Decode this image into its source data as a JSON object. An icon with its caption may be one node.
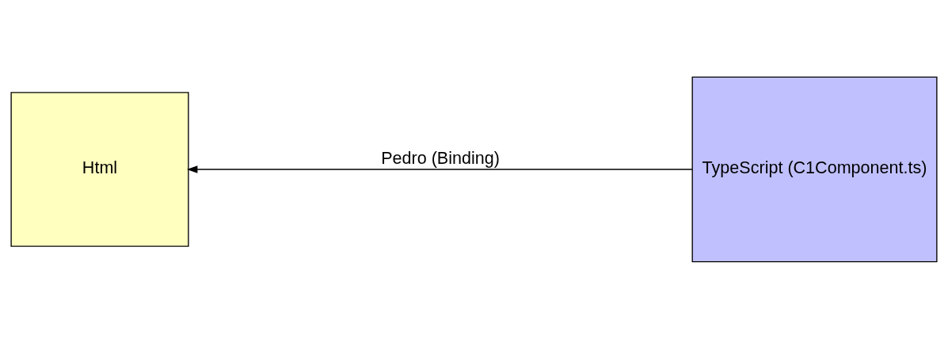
{
  "diagram": {
    "nodes": [
      {
        "text": [
          "Html"
        ]
      },
      {
        "text": [
          "TypeScript (C1Component.ts)"
        ]
      }
    ],
    "edges": [
      {
        "from": 1,
        "to": 0,
        "arrow": "to",
        "label": "Pedro (Binding)"
      }
    ]
  }
}
